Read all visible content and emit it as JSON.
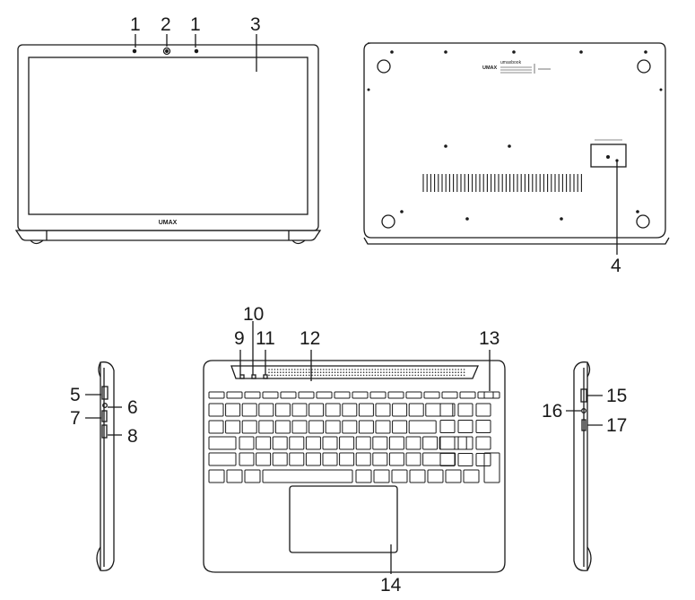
{
  "brand": {
    "bezel_logo": "UMAX",
    "bottom_logo": "UMAX",
    "bottom_label": "umaxbook"
  },
  "callouts": {
    "c1a": "1",
    "c2": "2",
    "c1b": "1",
    "c3": "3",
    "c4": "4",
    "c5": "5",
    "c6": "6",
    "c7": "7",
    "c8": "8",
    "c9": "9",
    "c10": "10",
    "c11": "11",
    "c12": "12",
    "c13": "13",
    "c14": "14",
    "c15": "15",
    "c16": "16",
    "c17": "17"
  },
  "colors": {
    "line": "#1a1a1a",
    "fill": "#ffffff",
    "speaker": "#333333"
  }
}
